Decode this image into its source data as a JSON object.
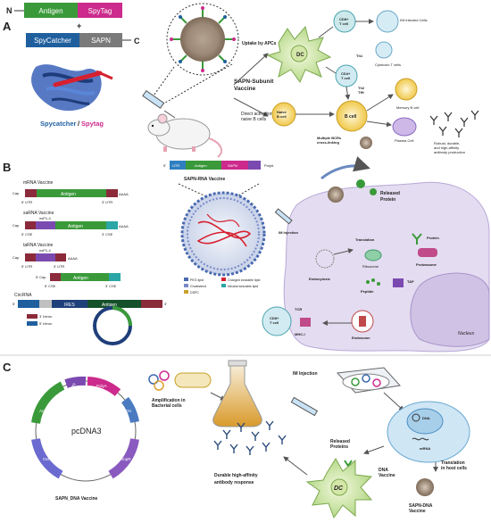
{
  "panelA": {
    "label": "A",
    "fusion_top": {
      "n_term": "N",
      "antigen": "Antigen",
      "spytag": "SpyTag"
    },
    "plus": "+",
    "fusion_bottom": {
      "spycatcher": "SpyCatcher",
      "sapn": "SAPN",
      "c_term": "C"
    },
    "structure_caption": {
      "spycatcher": "Spycatcher",
      "slash": "/",
      "spytag": "Spytag"
    },
    "vaccine_label": "SAPN-Subunit\nVaccine",
    "uptake": "Uptake by APCs",
    "direct": "Direct activation of\nnaive B cells",
    "dc": "DC",
    "cd8": "CD8+\nT cell",
    "kill": "Kill infected Cells",
    "cytotoxic": "Cytotoxic T cells",
    "th1": "Th1",
    "th2": "Th2\nTfH",
    "cd4": "CD4+\nT cell",
    "naive_b": "Naive\nB cell",
    "b_cell": "B cell",
    "memory_b": "Memory B cell",
    "plasma": "Plasma Cell",
    "robust": "Robust, durable,\nand high-affinity\nantibody production",
    "multiple_bcr": "Multiple BCRs\ncross-linking"
  },
  "panelB": {
    "label": "B",
    "mrna": {
      "title": "mRNA Vaccine",
      "cap": "Cap",
      "utr5": "5' UTR",
      "antigen": "Antigen",
      "utr3": "3' UTR",
      "polyA": "AAAA"
    },
    "samrna": {
      "title": "saRNA Vaccine",
      "nsp": "nsP1-4",
      "cap": "Cap",
      "cse5": "5' CSE",
      "antigen": "Antigen",
      "cse3": "3' CSE",
      "polyA": "AAAA"
    },
    "tarna": {
      "title": "taRNA Vaccine",
      "nsp": "nsP1-4",
      "cap": "Cap",
      "utr5": "5' UTR",
      "utr3": "3' UTR",
      "polyA": "AAAA",
      "cap2": "5' Cap",
      "cse5": "5' CSE",
      "antigen": "Antigen",
      "cse3": "3' CSE"
    },
    "circrna": {
      "title": "CircRNA",
      "ires": "IRES",
      "antigen": "Antigen",
      "p5": "5'",
      "p3": "3'",
      "intron3": "3' Intron",
      "intron5": "5' Intron"
    },
    "sapn_rna": {
      "title": "SAPN-RNA Vaccine",
      "p5": "5'",
      "utr": "UTR",
      "antigen": "Antigen",
      "sapn": "SAPN",
      "polyA": "PolyA"
    },
    "lnp_legend": [
      "PEG lipid",
      "Charged ionizable lipid",
      "Cholesterol",
      "Neutral ionizable lipid",
      "DSPC"
    ],
    "released_protein": "Released\nProtein",
    "im_injection": "IM Injection",
    "endocytosis": "Endocytosis",
    "translation": "Translation",
    "protein": "Protein",
    "ribosome": "Ribosome",
    "proteasome": "Proteasome",
    "peptide": "Peptide",
    "tap": "TAP",
    "endosome": "Endosome",
    "nucleus": "Nucleus",
    "cd8": "CD8+\nT cell",
    "tcr": "TCR",
    "mhc": "MHC-I"
  },
  "panelC": {
    "label": "C",
    "plasmid_name": "pcDNA3",
    "plasmid_features": [
      "SAPN",
      "PolyA",
      "Ori",
      "AmpR",
      "CMV",
      "Antigen"
    ],
    "caption": "SAPN_DNA Vaccine",
    "amplification": "Amplification in\nBacterial cells",
    "im_injection": "IM Injection",
    "dna": "DNA",
    "mrna": "mRNA",
    "translation": "Translation\nin host cells",
    "released": "Released\nProteins",
    "dna_vaccine": "DNA\nVaccine",
    "sapn_dna": "SAPN-DNA\nVaccine",
    "dc": "DC",
    "durable": "Durable high-affinity\nantibody response"
  },
  "colors": {
    "green": "#3a9a3a",
    "magenta": "#cc2a8c",
    "blue": "#1f5f9e",
    "grey": "#7a7a7a",
    "purple": "#e4dcf0",
    "teal": "#2aa6a6"
  }
}
